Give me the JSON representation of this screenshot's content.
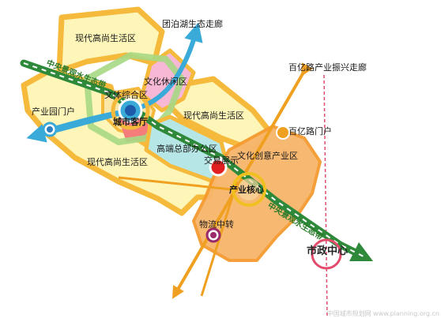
{
  "labels": {
    "residential_top": "现代高尚生活区",
    "tuanbo_corridor": "团泊湖生态走廊",
    "cultural_leisure": "文化休闲区",
    "cultural_complex": "文体综合区",
    "city_living_room": "城市客厅",
    "residential_mid_right": "现代高尚生活区",
    "industry_gateway": "产业园门户",
    "hq_office": "高端总部办公区",
    "residential_bottom": "现代高尚生活区",
    "trade_exhibition": "交易展示",
    "creative_industry": "文化创意产业区",
    "industry_core": "产业核心",
    "logistics": "物流中转",
    "baiyi_corridor": "百亿路产业振兴走廊",
    "baiyi_gateway": "百亿路门户",
    "civic_center": "市政中心",
    "water_corridor_upper": "中央景观水生态带",
    "water_corridor_lower": "中央景观水生态带",
    "watermark": "中国城市规划网 www.planning.org.cn"
  },
  "colors": {
    "residential": "#fdf6b8",
    "residential_border": "#f5b93c",
    "leisure": "#f6b8d4",
    "hq": "#b6e6e6",
    "core": "#f7b56b",
    "blue_axis": "#3aaad8",
    "orange_axis": "#f0a020",
    "green_corridor": "#3da348",
    "red": "#e02020"
  }
}
